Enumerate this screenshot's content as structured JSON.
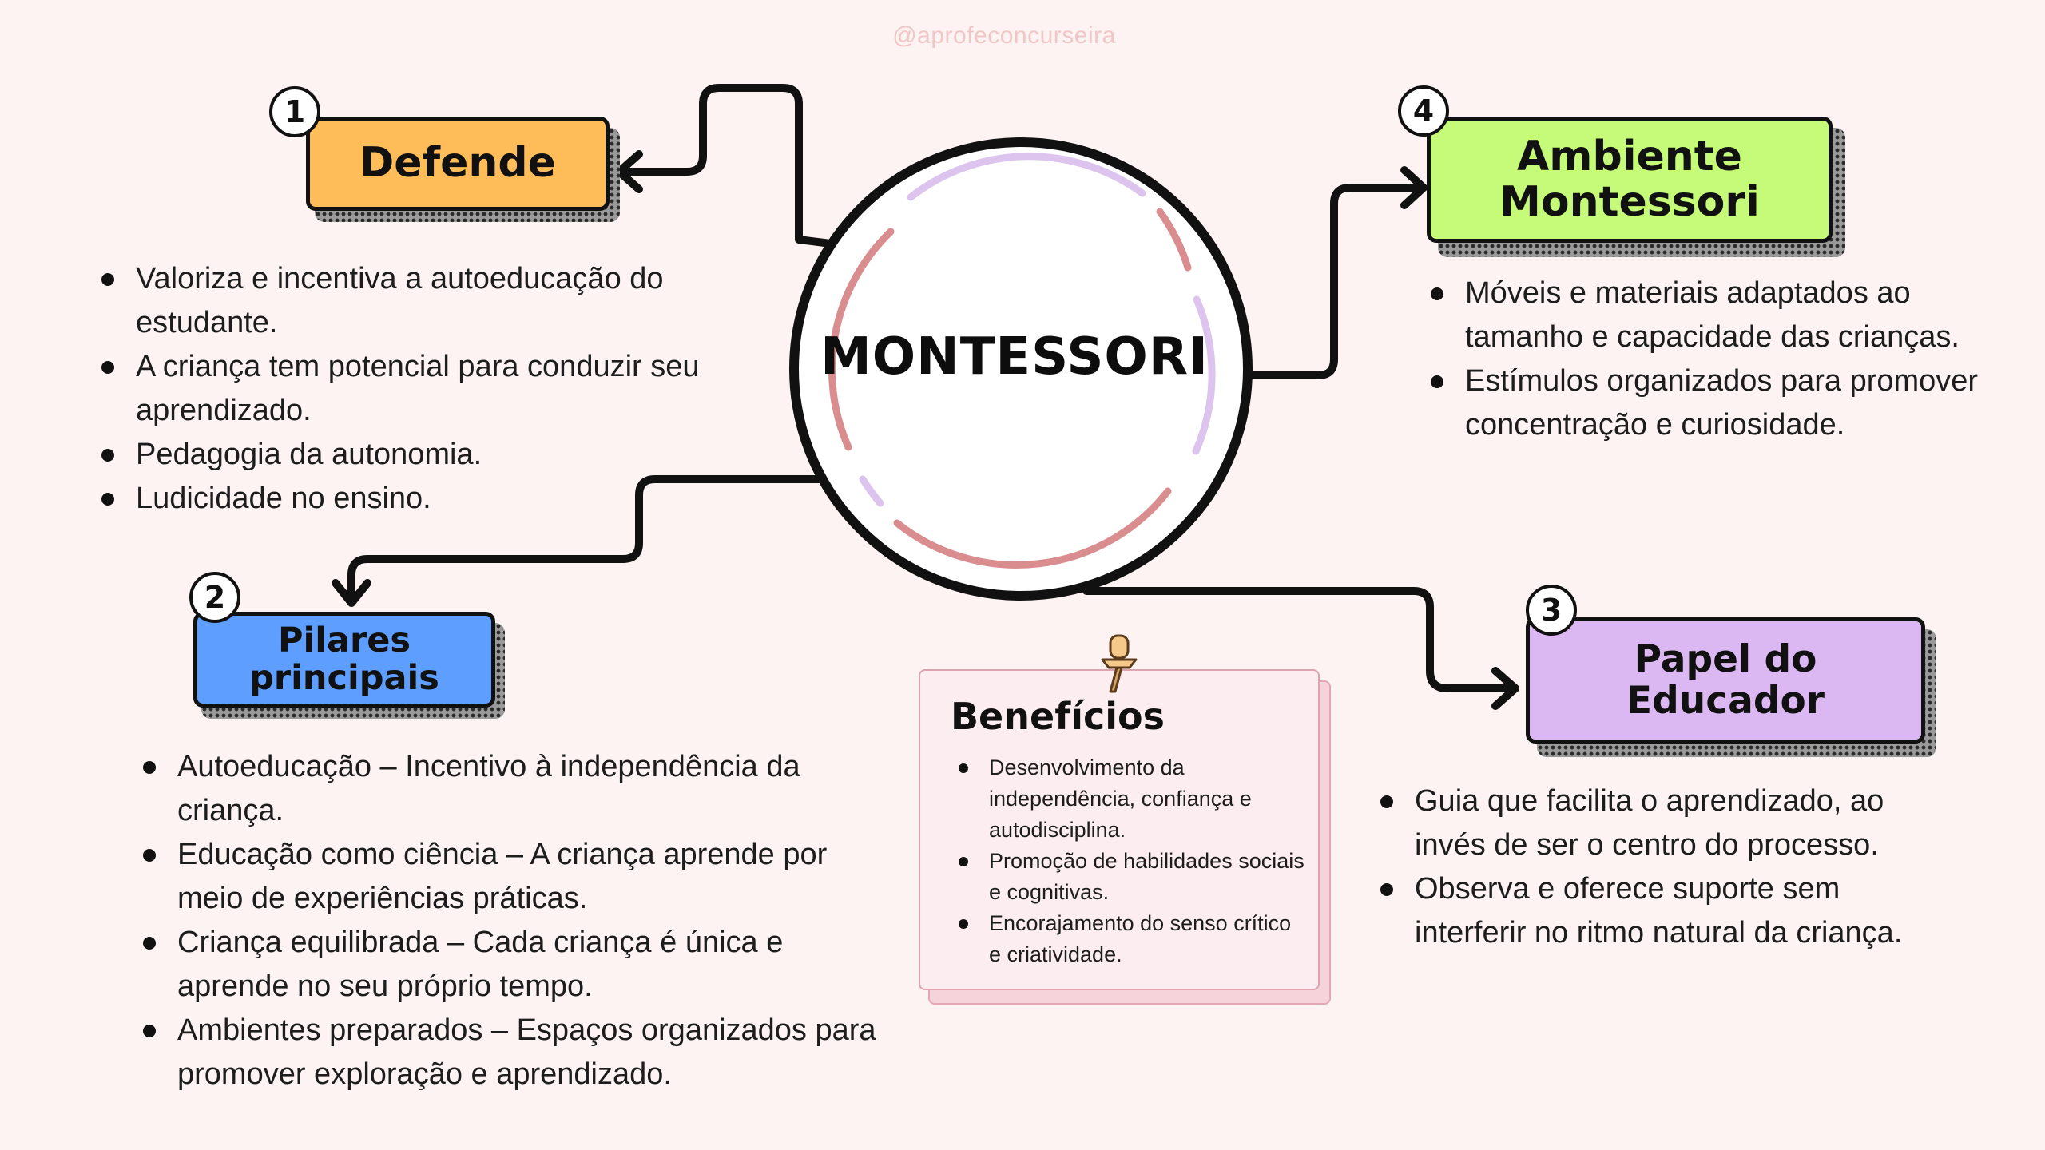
{
  "watermark": "@aprofeconcurseira",
  "center": {
    "title": "MONTESSORI"
  },
  "colors": {
    "defende": "#ffbd59",
    "pilares": "#5e9eff",
    "educador": "#dcb8f2",
    "ambiente": "#c5fb78",
    "background": "#fdf3f2",
    "ring_rose": "#d98d8f",
    "ring_lilac": "#dcc4ee"
  },
  "sections": {
    "defende": {
      "number": "1",
      "title": "Defende",
      "items": [
        "Valoriza e incentiva a autoeducação do estudante.",
        "A criança tem potencial para conduzir seu aprendizado.",
        "Pedagogia da autonomia.",
        "Ludicidade no ensino."
      ]
    },
    "pilares": {
      "number": "2",
      "title": "Pilares principais",
      "items": [
        "Autoeducação – Incentivo à independência da criança.",
        "Educação como ciência – A criança aprende por meio de experiências práticas.",
        "Criança equilibrada – Cada criança é única e aprende no seu próprio tempo.",
        "Ambientes preparados – Espaços organizados para promover exploração e aprendizado."
      ]
    },
    "educador": {
      "number": "3",
      "title": "Papel do Educador",
      "items": [
        "Guia que facilita o aprendizado, ao invés de ser o centro do processo.",
        "Observa e oferece suporte sem interferir no ritmo natural da criança."
      ]
    },
    "ambiente": {
      "number": "4",
      "title": "Ambiente Montessori",
      "items": [
        "Móveis e materiais adaptados ao tamanho e capacidade das crianças.",
        "Estímulos organizados para promover concentração e curiosidade."
      ]
    }
  },
  "beneficios": {
    "title": "Benefícios",
    "items": [
      "Desenvolvimento da independência, confiança e autodisciplina.",
      "Promoção de habilidades sociais e cognitivas.",
      "Encorajamento do senso crítico e criatividade."
    ]
  }
}
